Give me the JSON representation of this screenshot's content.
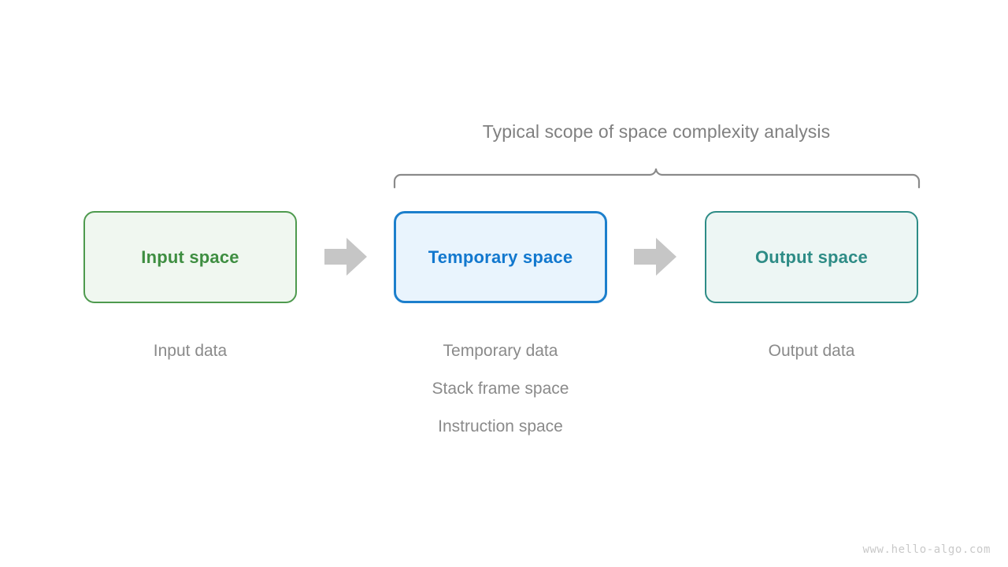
{
  "diagram": {
    "scope_label": "Typical scope of space complexity analysis",
    "watermark": "www.hello-algo.com",
    "boxes": [
      {
        "id": "input",
        "label": "Input space",
        "border_color": "#4E9A4E",
        "fill_color": "#F0F7F0",
        "text_color": "#3E8E41"
      },
      {
        "id": "temporary",
        "label": "Temporary space",
        "border_color": "#1C7FCC",
        "fill_color": "#E9F4FD",
        "text_color": "#1278CE"
      },
      {
        "id": "output",
        "label": "Output space",
        "border_color": "#2E8C86",
        "fill_color": "#EDF6F4",
        "text_color": "#2E8C86"
      }
    ],
    "arrows": [
      {
        "id": "input-to-temporary",
        "color": "#C6C6C6"
      },
      {
        "id": "temporary-to-output",
        "color": "#C6C6C6"
      }
    ],
    "captions": {
      "input": [
        "Input data"
      ],
      "temporary": [
        "Temporary data",
        "Stack frame space",
        "Instruction space"
      ],
      "output": [
        "Output data"
      ]
    },
    "colors": {
      "annotation_gray": "#808080",
      "caption_gray": "#8A8A8A",
      "background": "#ffffff"
    }
  }
}
